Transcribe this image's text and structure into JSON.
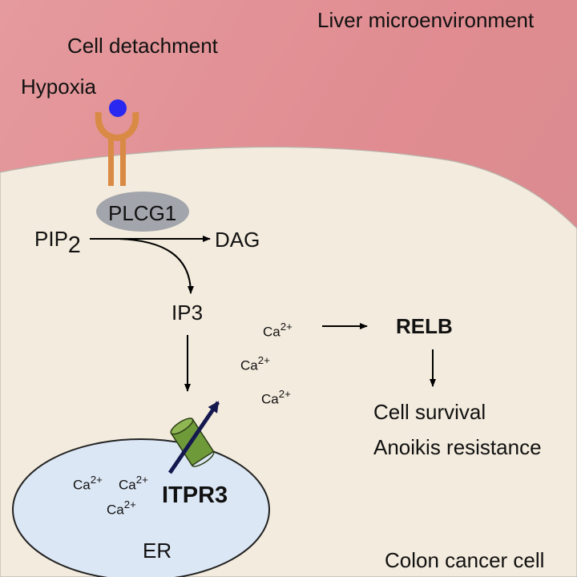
{
  "labels": {
    "liver_microenvironment": "Liver microenvironment",
    "cell_detachment": "Cell detachment",
    "hypoxia": "Hypoxia",
    "plcg1": "PLCG1",
    "pip2_base": "PIP",
    "pip2_sub": "2",
    "dag": "DAG",
    "ip3": "IP3",
    "ca_base": "Ca",
    "ca_charge": "2+",
    "relb": "RELB",
    "cell_survival": "Cell survival",
    "anoikis_resistance": "Anoikis resistance",
    "itpr3": "ITPR3",
    "er": "ER",
    "colon_cancer_cell": "Colon cancer cell"
  },
  "colors": {
    "microenvironment": "#e79a9c",
    "cytoplasm": "#f3ebdd",
    "receptor": "#d98a45",
    "ligand": "#2828f0",
    "plcg1_oval": "#a2a5ab",
    "er": "#dce7f5",
    "channel": "#6f9a3a",
    "channel_arrow": "#15184f"
  }
}
